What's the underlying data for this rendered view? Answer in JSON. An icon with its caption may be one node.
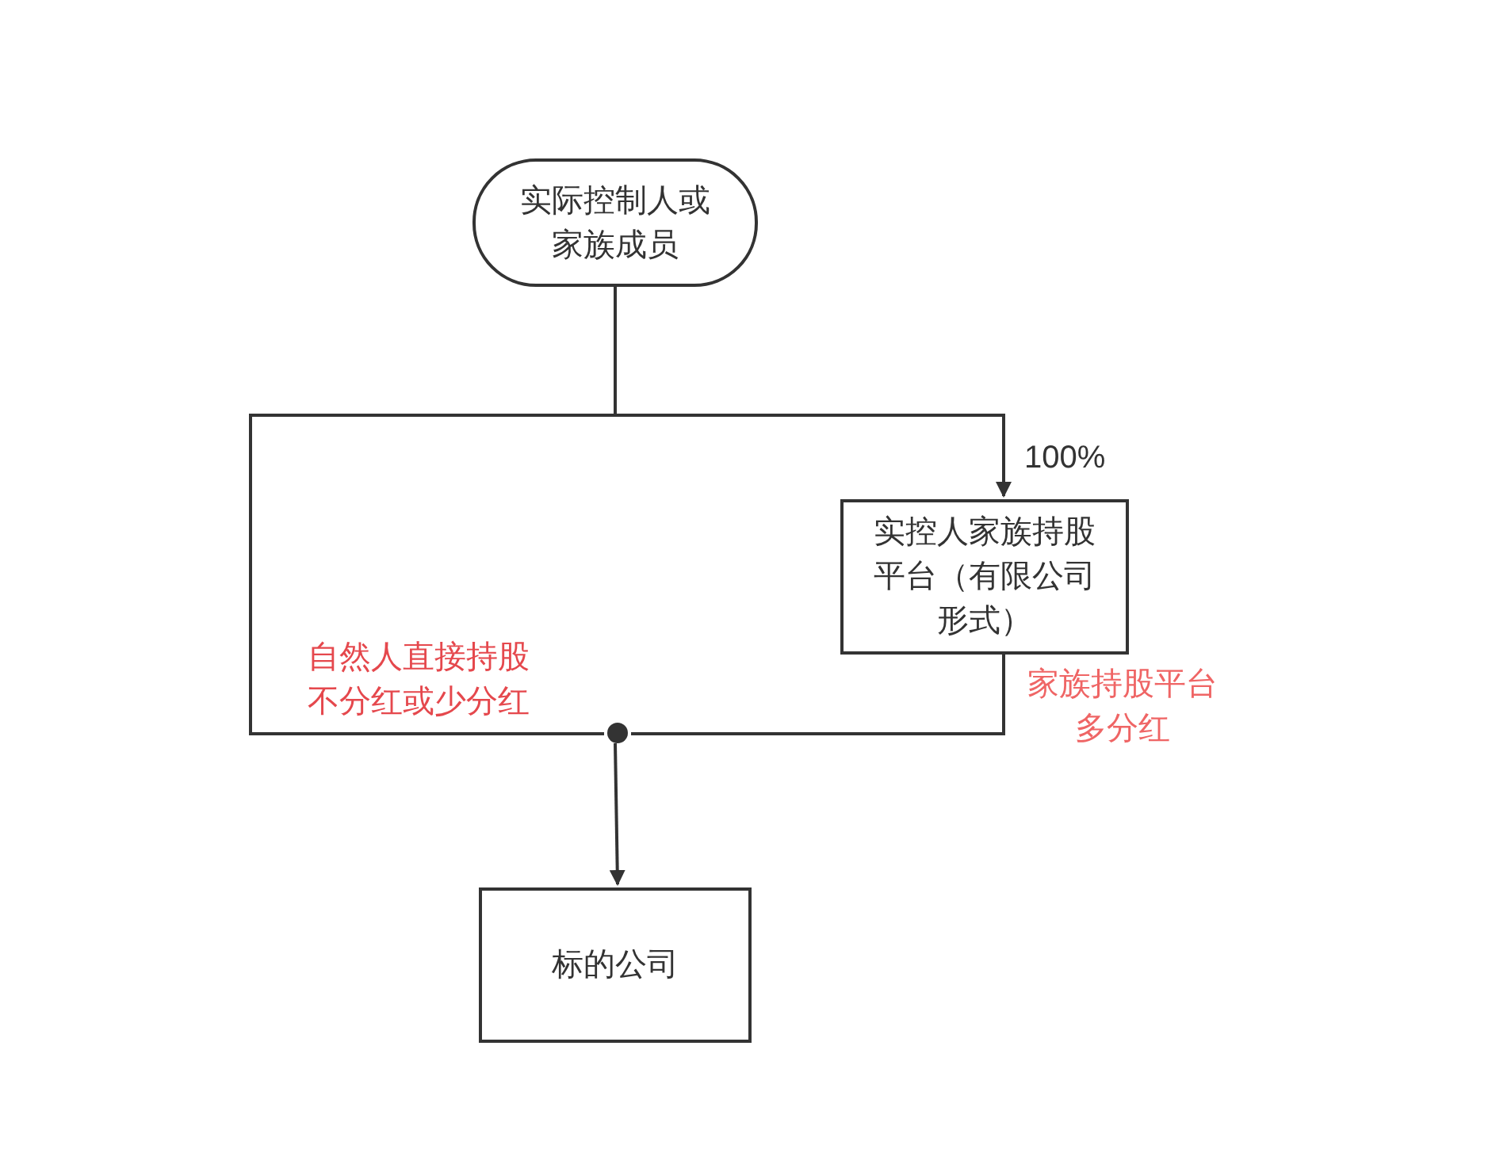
{
  "diagram": {
    "nodes": [
      {
        "text": [
          "实际控制人或家族成员"
        ]
      },
      {
        "text": [
          "实控人家族持股平台（有限公司形式）"
        ]
      },
      {
        "text": [
          "标的公司"
        ]
      },
      {
        "text": [],
        "shape": "circle"
      }
    ],
    "edges": [
      {
        "from": 0,
        "to": 1,
        "arrow": "to",
        "label": "100%"
      },
      {
        "from": 0,
        "to": 3,
        "arrow": "none",
        "label": "自然人直接持股不分红或少分红"
      },
      {
        "from": 1,
        "to": 3,
        "arrow": "none",
        "label": "家族持股平台多分红"
      },
      {
        "from": 3,
        "to": 2,
        "arrow": "to"
      }
    ]
  }
}
